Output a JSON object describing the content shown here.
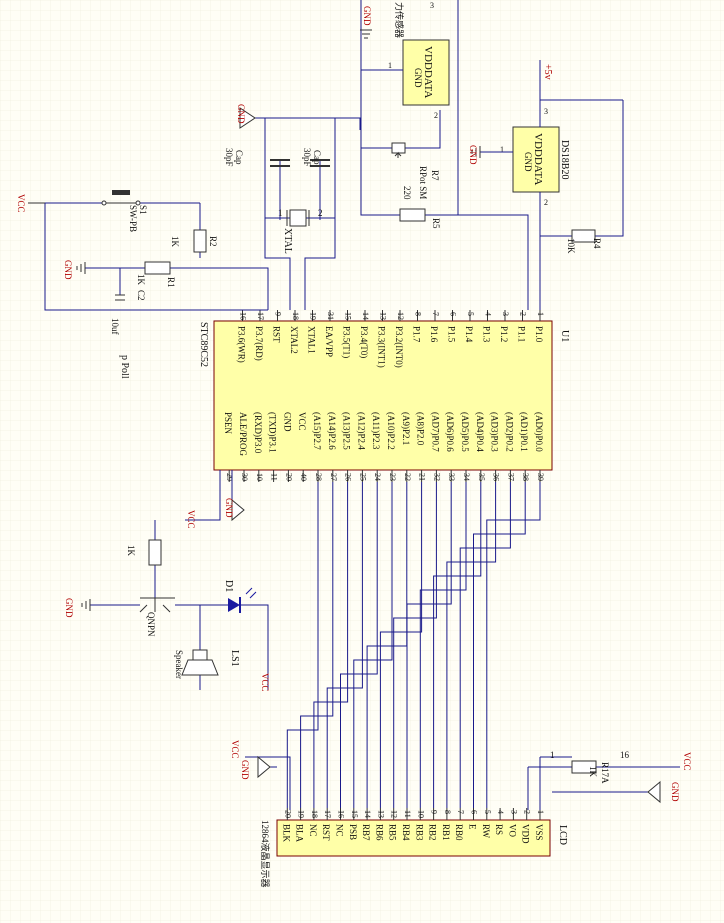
{
  "mcu": {
    "name": "STC89C52",
    "ref": "U1",
    "right_pins": [
      {
        "num": "1",
        "name": "P1.0"
      },
      {
        "num": "2",
        "name": "P1.1"
      },
      {
        "num": "3",
        "name": "P1.2"
      },
      {
        "num": "4",
        "name": "P1.3"
      },
      {
        "num": "5",
        "name": "P1.4"
      },
      {
        "num": "6",
        "name": "P1.5"
      },
      {
        "num": "7",
        "name": "P1.6"
      },
      {
        "num": "8",
        "name": "P1.7"
      },
      {
        "num": "12",
        "name": "P3.2(INT0)"
      },
      {
        "num": "13",
        "name": "P3.3(INT1)"
      },
      {
        "num": "14",
        "name": "P3.4(T0)"
      },
      {
        "num": "15",
        "name": "P3.5(T1)"
      },
      {
        "num": "31",
        "name": "EA/VPP"
      },
      {
        "num": "19",
        "name": "XTAL1"
      },
      {
        "num": "18",
        "name": "XTAL2"
      },
      {
        "num": "9",
        "name": "RST"
      },
      {
        "num": "17",
        "name": "P3.7(RD)"
      },
      {
        "num": "16",
        "name": "P3.6(WR)"
      }
    ],
    "left_pins": [
      {
        "num": "39",
        "name": "(AD0)P0.0"
      },
      {
        "num": "38",
        "name": "(AD1)P0.1"
      },
      {
        "num": "37",
        "name": "(AD2)P0.2"
      },
      {
        "num": "36",
        "name": "(AD3)P0.3"
      },
      {
        "num": "35",
        "name": "(AD4)P0.4"
      },
      {
        "num": "34",
        "name": "(AD5)P0.5"
      },
      {
        "num": "33",
        "name": "(AD6)P0.6"
      },
      {
        "num": "32",
        "name": "(AD7)P0.7"
      },
      {
        "num": "21",
        "name": "(A8)P2.0"
      },
      {
        "num": "22",
        "name": "(A9)P2.1"
      },
      {
        "num": "23",
        "name": "(A10)P2.2"
      },
      {
        "num": "24",
        "name": "(A11)P2.3"
      },
      {
        "num": "25",
        "name": "(A12)P2.4"
      },
      {
        "num": "26",
        "name": "(A13)P2.5"
      },
      {
        "num": "27",
        "name": "(A14)P2.6"
      },
      {
        "num": "28",
        "name": "(A15)P2.7"
      },
      {
        "num": "40",
        "name": "VCC"
      },
      {
        "num": "20",
        "name": "GND"
      },
      {
        "num": "11",
        "name": "(TXD)P3.1"
      },
      {
        "num": "10",
        "name": "(RXD)P3.0"
      },
      {
        "num": "30",
        "name": "ALE/PROG"
      },
      {
        "num": "29",
        "name": "PSEN"
      }
    ]
  },
  "lcd": {
    "ref": "LCD",
    "name": "12864液晶显示器",
    "pins": [
      {
        "num": "1",
        "name": "VSS"
      },
      {
        "num": "2",
        "name": "VDD"
      },
      {
        "num": "3",
        "name": "VO"
      },
      {
        "num": "4",
        "name": "RS"
      },
      {
        "num": "5",
        "name": "RW"
      },
      {
        "num": "6",
        "name": "E"
      },
      {
        "num": "7",
        "name": "RB0"
      },
      {
        "num": "8",
        "name": "RB1"
      },
      {
        "num": "9",
        "name": "RB2"
      },
      {
        "num": "10",
        "name": "RB3"
      },
      {
        "num": "11",
        "name": "RB4"
      },
      {
        "num": "12",
        "name": "RB5"
      },
      {
        "num": "13",
        "name": "RB6"
      },
      {
        "num": "14",
        "name": "RB7"
      },
      {
        "num": "15",
        "name": "PSB"
      },
      {
        "num": "16",
        "name": "NC"
      },
      {
        "num": "17",
        "name": "RST"
      },
      {
        "num": "18",
        "name": "NC"
      },
      {
        "num": "19",
        "name": "BLA"
      },
      {
        "num": "20",
        "name": "BLK"
      }
    ]
  },
  "labels": {
    "gnd": "GND",
    "vcc": "VCC",
    "plus5v": "+5v",
    "sensor1_title": "力传感器",
    "sensor_vdd_data": "VDDDATA",
    "sensor_gnd": "GND",
    "ds18b20": "DS18B20",
    "r7_ref": "R7",
    "r7_value": "RPot SM",
    "r7_res": "220",
    "r5": "R5",
    "r4": "R4",
    "r4_value": "10K",
    "cap": "Cap",
    "cap_value": "30pF",
    "xtal": "XTAL",
    "s1_ref": "S1",
    "s1_type": "SW-PB",
    "r2": "R2",
    "r2_value": "1K",
    "r1": "R1",
    "r1_value": "1K",
    "c2": "C2",
    "c2_value": "10uf",
    "ppoll": "p Poll",
    "q_npn": "QNPN",
    "q_res": "1K",
    "d1": "D1",
    "ls1": "LS1",
    "speaker": "Speaker",
    "r17a": "R17A",
    "r17_value": "1K",
    "r17_pin1": "1",
    "r17_pin16": "16",
    "xt_p1": "1",
    "xt_p2": "2",
    "sensor_p1": "1",
    "sensor_p2": "2",
    "sensor_p3": "3"
  }
}
